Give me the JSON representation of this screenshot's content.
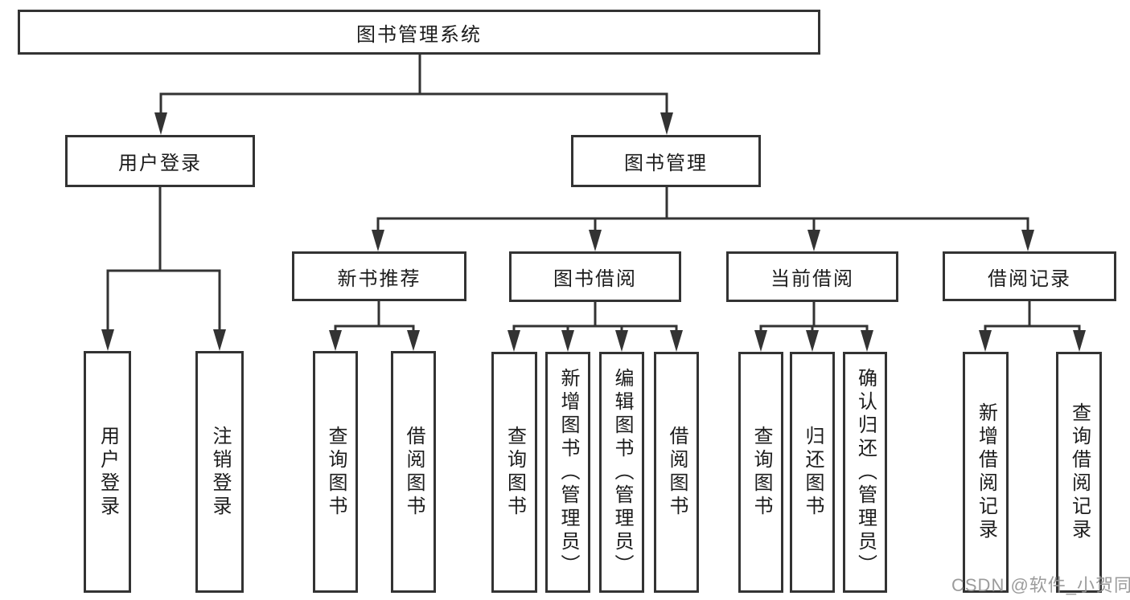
{
  "tree": {
    "label": "图书管理系统",
    "children": [
      {
        "label": "用户登录",
        "children": [
          {
            "label": "用户登录"
          },
          {
            "label": "注销登录"
          }
        ]
      },
      {
        "label": "图书管理",
        "children": [
          {
            "label": "新书推荐",
            "children": [
              {
                "label": "查询图书"
              },
              {
                "label": "借阅图书"
              }
            ]
          },
          {
            "label": "图书借阅",
            "children": [
              {
                "label": "查询图书"
              },
              {
                "label": "新增图书（管理员）"
              },
              {
                "label": "编辑图书（管理员）"
              },
              {
                "label": "借阅图书"
              }
            ]
          },
          {
            "label": "当前借阅",
            "children": [
              {
                "label": "查询图书"
              },
              {
                "label": "归还图书"
              },
              {
                "label": "确认归还（管理员）"
              }
            ]
          },
          {
            "label": "借阅记录",
            "children": [
              {
                "label": "新增借阅记录"
              },
              {
                "label": "查询借阅记录"
              }
            ]
          }
        ]
      }
    ]
  },
  "watermark": {
    "text": "CSDN @软件_小贺同学"
  },
  "colors": {
    "line": "#333333",
    "box_border": "#333333",
    "box_fill": "#ffffff",
    "text": "#1c1c1c",
    "watermark": "#969696",
    "background": "#ffffff"
  }
}
